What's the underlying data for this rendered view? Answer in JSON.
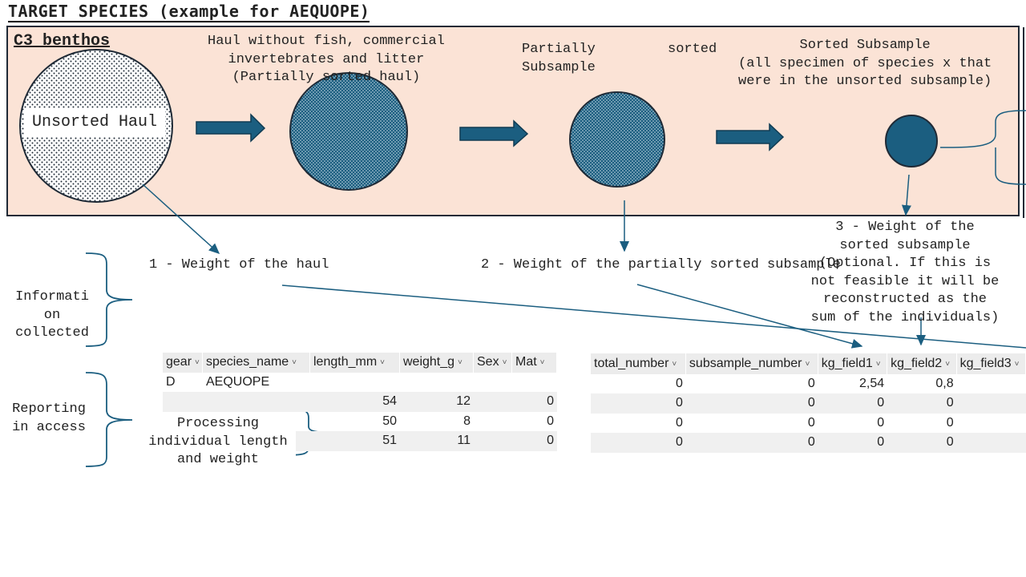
{
  "title": "TARGET SPECIES (example for AEQUOPE)",
  "panel": {
    "label": "C3_benthos",
    "unsorted_haul": "Unsorted Haul",
    "haul_without": [
      "Haul without fish, commercial",
      "invertebrates and litter",
      "(Partially sorted haul)"
    ],
    "partially_subsample": [
      "Partially",
      "Subsample"
    ],
    "sorted_word": "sorted",
    "sorted_subsample": [
      "Sorted Subsample",
      "(all specimen of species x that",
      "were in the unsorted subsample)"
    ]
  },
  "steps": {
    "weight_haul": "1 - Weight of the haul",
    "weight_partial": "2 - Weight of the partially sorted subsample",
    "weight_sorted": [
      "3 - Weight of the",
      "sorted subsample",
      "(Optional. If this is",
      "not feasible it will be",
      "reconstructed as the",
      "sum of the individuals)"
    ]
  },
  "side_labels": {
    "information_collected": [
      "Informati",
      "on",
      "collected"
    ],
    "reporting": [
      "Reporting",
      "in access"
    ],
    "processing": [
      "Processing",
      "individual length",
      "and weight"
    ]
  },
  "table_individuals": {
    "headers": [
      "gear",
      "species_name",
      "length_mm",
      "weight_g",
      "Sex",
      "Mat"
    ],
    "rows": [
      [
        "D",
        "AEQUOPE",
        "",
        "",
        "",
        ""
      ],
      [
        "",
        "",
        "54",
        "12",
        "",
        "0"
      ],
      [
        "",
        "",
        "50",
        "8",
        "",
        "0"
      ],
      [
        "",
        "",
        "51",
        "11",
        "",
        "0"
      ]
    ]
  },
  "table_weights": {
    "headers": [
      "total_number",
      "subsample_number",
      "kg_field1",
      "kg_field2",
      "kg_field3"
    ],
    "rows": [
      [
        "0",
        "0",
        "2,54",
        "0,8",
        ""
      ],
      [
        "0",
        "0",
        "0",
        "0",
        ""
      ],
      [
        "0",
        "0",
        "0",
        "0",
        ""
      ],
      [
        "0",
        "0",
        "0",
        "0",
        ""
      ]
    ]
  },
  "colors": {
    "panel_bg": "#fbe3d6",
    "arrow": "#1b5e80",
    "circle_dark": "#1b5e80"
  }
}
